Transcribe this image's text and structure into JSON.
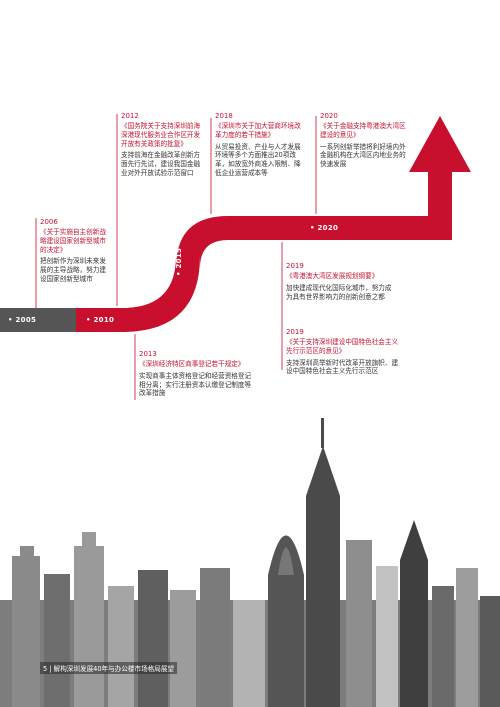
{
  "badges": {
    "y2005": "• 2005",
    "y2010": "• 2010",
    "y2015": "• 2015",
    "y2020": "• 2020"
  },
  "events": [
    {
      "year": "2006",
      "title": "《关于实施自主创新战略建设国家创新型城市的决定》",
      "body": "把创新作为深圳未来发展的主导战略，努力建设国家创新型城市"
    },
    {
      "year": "2012",
      "title": "《国务院关于支持深圳前海深港现代服务业合作区开发开放有关政策的批复》",
      "body": "支持前海在金融改革创新方面先行先试，建设我国金融业对外开放试验示范窗口"
    },
    {
      "year": "2013",
      "title": "《深圳经济特区商事登记若干规定》",
      "body": "实现商事主体资格登记和经营资格登记相分离；实行注册资本认缴登记制度等改革措施"
    },
    {
      "year": "2018",
      "title": "《深圳市关于加大营商环境改革力度的若干措施》",
      "body": "从贸易投资、产业与人才发展环境等多个方面推出20项改革，如放宽外商准入限制、降低企业运营成本等"
    },
    {
      "year": "2019",
      "title": "《粤港澳大湾区发展规划纲要》",
      "body": "加快建成现代化国际化城市，努力成为具有世界影响力的创新创意之都"
    },
    {
      "year": "2019",
      "title": "《关于支持深圳建设中国特色社会主义先行示范区的意见》",
      "body": "支持深圳高举新时代改革开放旗帜、建设中国特色社会主义先行示范区"
    },
    {
      "year": "2020",
      "title": "《关于金融支持粤港澳大湾区建设的意见》",
      "body": "一系列创新举措将利好境内外金融机构在大湾区内地业务的快速发展"
    }
  ],
  "footer": "5 | 解构深圳发展40年与办公楼市场格局展望",
  "colors": {
    "accent": "#c8102e",
    "dark_band": "#555555",
    "text": "#333333",
    "city": "#6e6e6e"
  }
}
